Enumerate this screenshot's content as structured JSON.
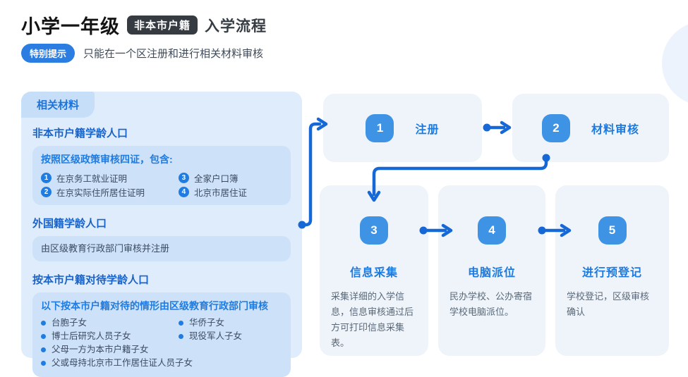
{
  "header": {
    "title": "小学一年级",
    "badge": "非本市户籍",
    "suffix": "入学流程"
  },
  "notice": {
    "pill": "特别提示",
    "text": "只能在一个区注册和进行相关材料审核"
  },
  "materials_panel": {
    "tab": "相关材料",
    "section1": {
      "heading": "非本市户籍学龄人口",
      "box_title": "按照区级政策审核四证，包含:",
      "items": [
        {
          "num": "1",
          "text": "在京务工就业证明"
        },
        {
          "num": "2",
          "text": "在京实际住所居住证明"
        },
        {
          "num": "3",
          "text": "全家户口簿"
        },
        {
          "num": "4",
          "text": "北京市居住证"
        }
      ]
    },
    "section2": {
      "heading": "外国籍学龄人口",
      "box_text": "由区级教育行政部门审核并注册"
    },
    "section3": {
      "heading": "按本市户籍对待学龄人口",
      "box_title": "以下按本市户籍对待的情形由区级教育行政部门审核",
      "bullets_col1": [
        "台胞子女",
        "博士后研究人员子女",
        "父母一方为本市户籍子女",
        "父或母持北京市工作居住证人员子女"
      ],
      "bullets_col2": [
        "华侨子女",
        "现役军人子女"
      ]
    }
  },
  "flow": {
    "step1": {
      "num": "1",
      "label": "注册"
    },
    "step2": {
      "num": "2",
      "label": "材料审核"
    },
    "step3": {
      "num": "3",
      "label": "信息采集",
      "desc": "采集详细的入学信息，信息审核通过后方可打印信息采集表。"
    },
    "step4": {
      "num": "4",
      "label": "电脑派位",
      "desc": "民办学校、公办寄宿学校电脑派位。"
    },
    "step5": {
      "num": "5",
      "label": "进行预登记",
      "desc": "学校登记，区级审核确认"
    }
  },
  "colors": {
    "accent_blue": "#1c7ae0",
    "arrow_blue": "#1668d6",
    "step_circle_blue": "#3f93e5",
    "panel_bg": "#dfecfb",
    "panel_tab_bg": "#c6def8",
    "inner_box_bg": "#cde2f8",
    "flow_box_bg": "#eef4fa",
    "title_badge_bg": "#363b42",
    "notice_pill_bg": "#2b7de1"
  }
}
